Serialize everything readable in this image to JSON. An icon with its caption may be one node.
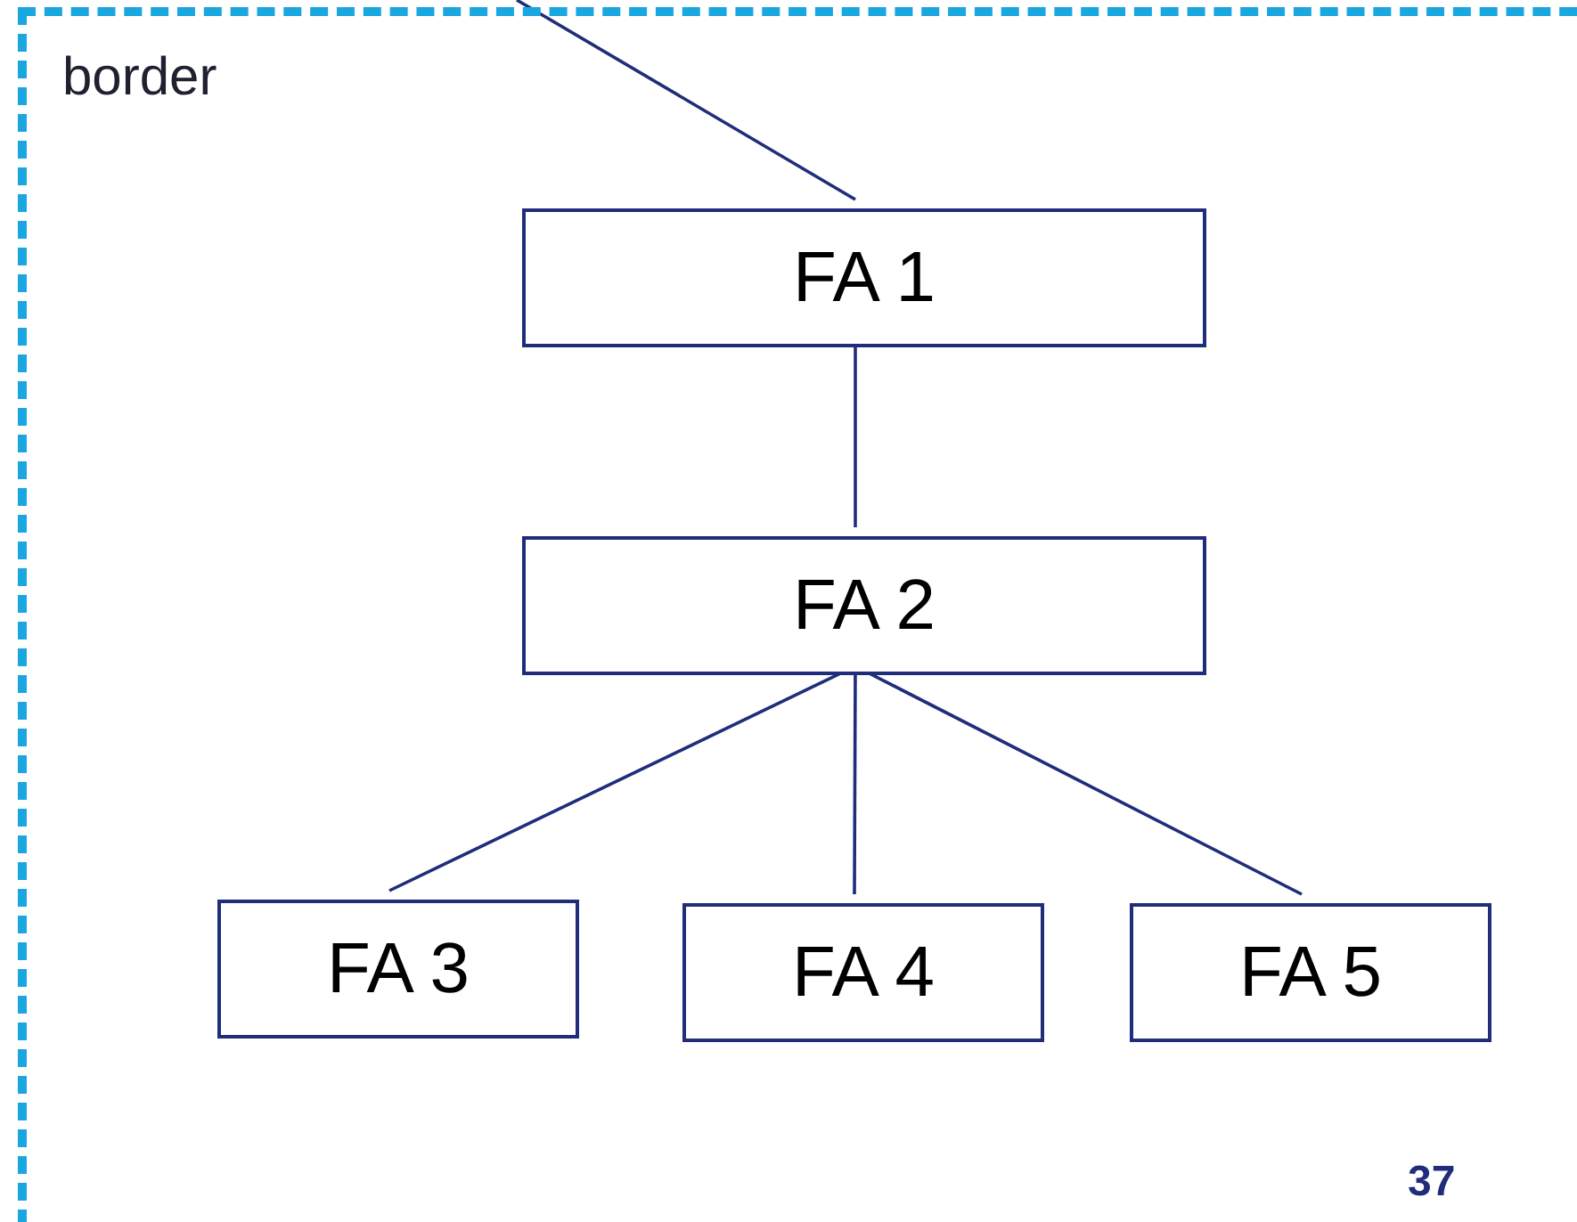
{
  "diagram": {
    "nodes": [
      {
        "text": [
          "border"
        ]
      },
      {
        "text": [
          "FA 1"
        ],
        "in": 0
      },
      {
        "text": [
          "FA 2"
        ],
        "in": 0
      },
      {
        "text": [
          "FA 3"
        ],
        "in": 0
      },
      {
        "text": [
          "FA 4"
        ],
        "in": 0
      },
      {
        "text": [
          "FA 5"
        ],
        "in": 0
      }
    ],
    "edges": [
      {
        "from": null,
        "to": 1,
        "arrow": "none"
      },
      {
        "from": 1,
        "to": 2,
        "arrow": "none"
      },
      {
        "from": 2,
        "to": 3,
        "arrow": "none"
      },
      {
        "from": 2,
        "to": 4,
        "arrow": "none"
      },
      {
        "from": 2,
        "to": 5,
        "arrow": "none"
      }
    ],
    "labels": [
      "37"
    ]
  }
}
